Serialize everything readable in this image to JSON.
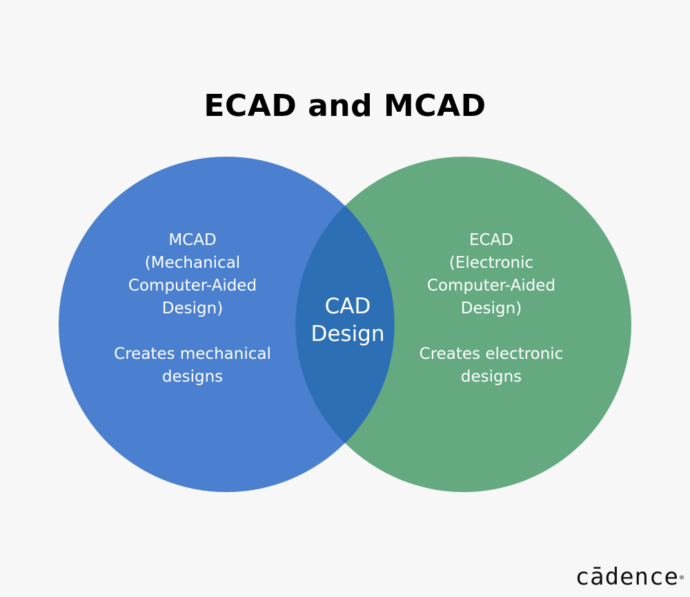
{
  "title": "ECAD and MCAD",
  "colors": {
    "background": "#f7f7f7",
    "mcad_circle": "#4a80cf",
    "ecad_circle": "#65a981",
    "overlap": "#2d6fb5",
    "text": "#ffffff",
    "logo_accent": "#e8202a"
  },
  "venn": {
    "left": {
      "name": "MCAD",
      "lines": [
        "MCAD",
        "(Mechanical",
        "Computer-Aided",
        "Design)"
      ],
      "description": [
        "Creates mechanical",
        "designs"
      ]
    },
    "right": {
      "name": "ECAD",
      "lines": [
        "ECAD",
        "(Electronic",
        "Computer-Aided",
        "Design)"
      ],
      "description": [
        "Creates electronic",
        "designs"
      ]
    },
    "intersection": {
      "lines": [
        "CAD",
        "Design"
      ]
    }
  },
  "logo": {
    "text": "cādence",
    "registered": "®"
  }
}
